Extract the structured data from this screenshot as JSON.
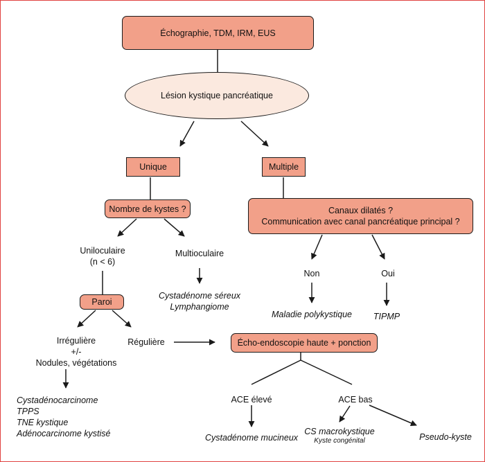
{
  "nodes": {
    "imaging": "Échographie, TDM, IRM, EUS",
    "lesion": "Lésion kystique pancréatique",
    "unique": "Unique",
    "multiple": "Multiple",
    "nombre": "Nombre de kystes ?",
    "canaux_line1": "Canaux dilatés ?",
    "canaux_line2": "Communication avec canal pancréatique principal ?",
    "uniloc_line1": "Uniloculaire",
    "uniloc_line2": "(n < 6)",
    "multioc": "Multioculaire",
    "cyst_sereux": "Cystadénome séreux",
    "lymphangiome": "Lymphangiome",
    "non": "Non",
    "oui": "Oui",
    "maladie": "Maladie polykystique",
    "tipmp": "TIPMP",
    "paroi": "Paroi",
    "irreg_line1": "Irrégulière",
    "irreg_line2": "+/-",
    "irreg_line3": "Nodules, végétations",
    "reguliere": "Régulière",
    "echo": "Écho-endoscopie haute + ponction",
    "cystadenocarcinome": "Cystadénocarcinome",
    "tpps": "TPPS",
    "tne": "TNE kystique",
    "adenocarcinome": "Adénocarcinome kystisé",
    "ace_eleve": "ACE élevé",
    "ace_bas": "ACE bas",
    "cyst_mucineux": "Cystadénome mucineux",
    "cs_macro": "CS macrokystique",
    "kyste_cong": "Kyste congénital",
    "pseudo": "Pseudo-kyste"
  },
  "colors": {
    "box_fill": "#f2a089",
    "ellipse_fill": "#fbe9df",
    "stroke": "#1a1a1a",
    "frame": "#e0413f"
  }
}
